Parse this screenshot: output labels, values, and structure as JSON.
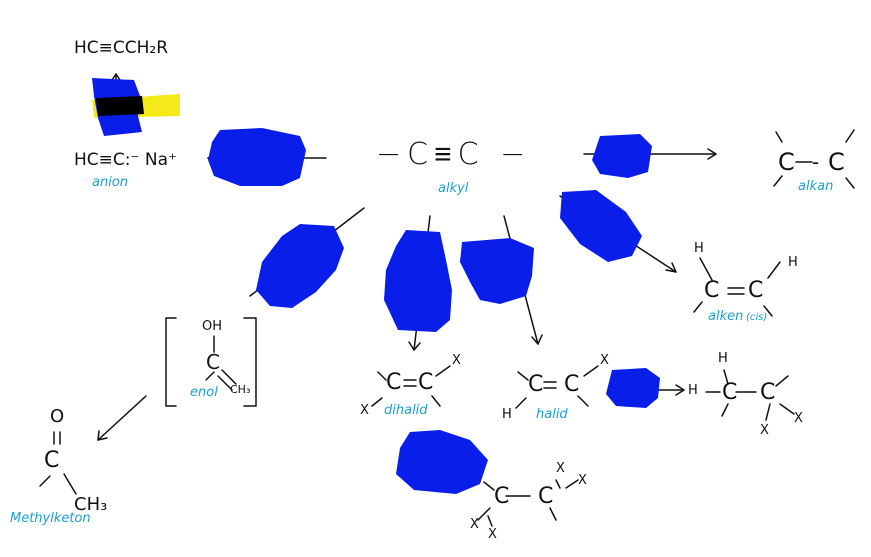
{
  "colors": {
    "ink": "#111111",
    "label_blue": "#1a9fd6",
    "scribble_blue": "#0a1eea",
    "highlight_yellow": "#f4ea1a",
    "black": "#000000"
  },
  "texts": {
    "hcccch2r": "HC≡CCH₂R",
    "anion_formula": "HC≡C:⁻ Na⁺",
    "anion_label": "anion",
    "alkyne_core": "−C≡C −",
    "alkyl_label": "alkyl",
    "alkan_label": "alkan",
    "alken_label": "alken",
    "alken_cis": "(cis)",
    "enol_label": "enol",
    "dihalid_label": "dihalid",
    "halid_label": "halid",
    "methylketon_label": "Methylketon",
    "oh": "OH",
    "ch3": "CH₃",
    "ch3_big": "CH₃",
    "o": "O",
    "h": "H",
    "x": "X"
  }
}
